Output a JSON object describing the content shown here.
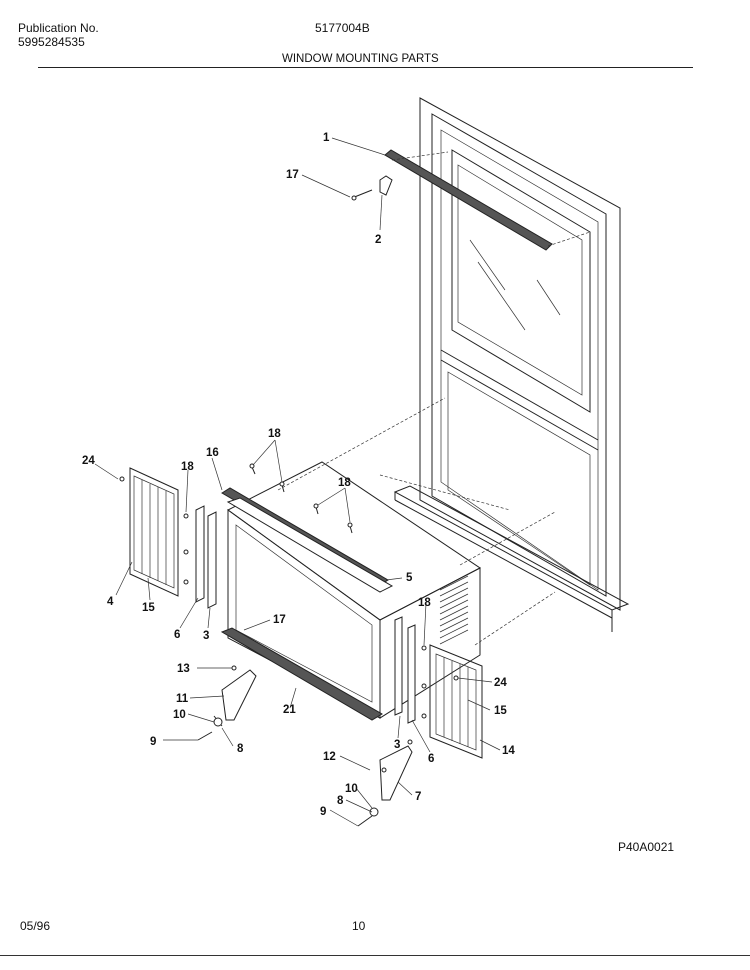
{
  "header": {
    "publication_label": "Publication No.",
    "publication_number": "5995284535",
    "model_number": "5177004B",
    "section_title": "WINDOW MOUNTING PARTS"
  },
  "footer": {
    "date": "05/96",
    "page_number": "10",
    "diagram_code": "P40A0021"
  },
  "callouts": {
    "c1": "1",
    "c17a": "17",
    "c2": "2",
    "c24a": "24",
    "c18a": "18",
    "c16": "16",
    "c18b": "18",
    "c18c": "18",
    "c4": "4",
    "c15a": "15",
    "c6a": "6",
    "c3a": "3",
    "c5": "5",
    "c17b": "17",
    "c13": "13",
    "c11": "11",
    "c10a": "10",
    "c9a": "9",
    "c8a": "8",
    "c21": "21",
    "c18d": "18",
    "c24b": "24",
    "c15b": "15",
    "c3b": "3",
    "c6b": "6",
    "c14": "14",
    "c12": "12",
    "c10b": "10",
    "c8b": "8",
    "c9b": "9",
    "c7": "7"
  }
}
